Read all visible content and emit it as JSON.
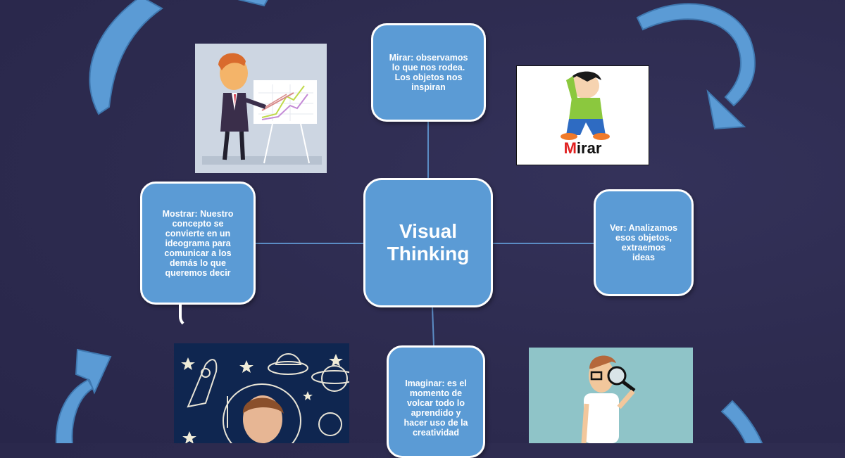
{
  "diagram": {
    "type": "mind-map",
    "background_color": "#2f2d52",
    "node_color": "#5b9bd5",
    "node_border_color": "#ffffff",
    "arrow_color": "#5b9bd5",
    "center": {
      "line1": "Visual",
      "line2": "Thinking"
    },
    "nodes": {
      "mirar": {
        "lines": [
          "Mirar: observamos",
          "lo que nos rodea.",
          "Los objetos nos",
          "inspiran"
        ]
      },
      "ver": {
        "lines": [
          "Ver: Analizamos",
          "esos objetos,",
          "extraemos",
          "ideas"
        ]
      },
      "imaginar": {
        "lines": [
          "Imaginar: es el",
          "momento de",
          "volcar todo lo",
          "aprendido y",
          "hacer uso de la",
          "creatividad"
        ]
      },
      "mostrar": {
        "lines": [
          "Mostrar: Nuestro",
          "concepto se",
          "convierte en un",
          "ideograma para",
          "comunicar a los",
          "demás lo que",
          "queremos decir"
        ]
      }
    },
    "images": {
      "presenter": "businessman-pointing-at-chart-illustration",
      "mirar_card": {
        "label_first": "M",
        "label_rest": "irar",
        "alt": "boy-looking-with-hand-over-eyes"
      },
      "imaginar_photo": "boy-with-chalk-astronaut-helmet-space-doodles",
      "ver_card": "man-with-magnifying-glass-illustration"
    },
    "arrows": [
      "top-left-curved",
      "top-right-curved-down",
      "bottom-left-curved-up",
      "bottom-right-curved"
    ]
  }
}
